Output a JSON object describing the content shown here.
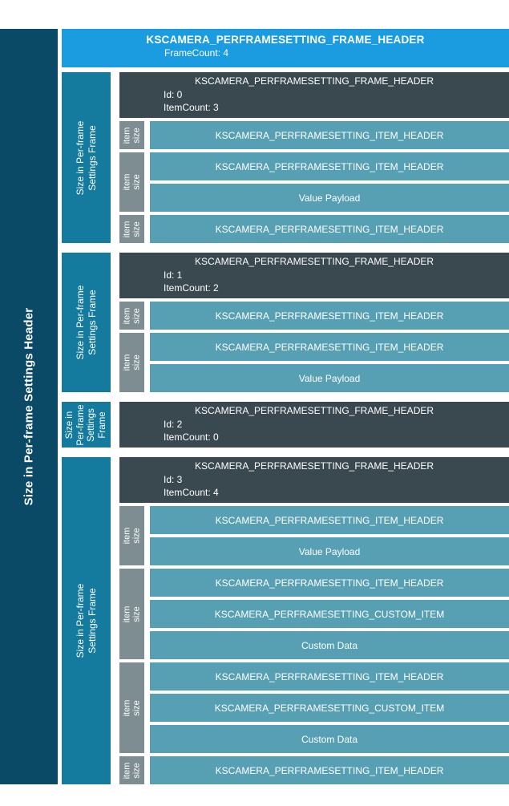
{
  "diagram": {
    "colors": {
      "rail_navy": "#0a4a66",
      "frame_label_blue": "#147a9e",
      "header_blue": "#1b9ce1",
      "frame_header_slate": "#3a4850",
      "item_teal": "#57a0b4",
      "item_size_gray": "#7e8d92",
      "text_white": "#ffffff",
      "background": "#ffffff"
    },
    "left_rail_label": "Size in Per-frame Settings Header",
    "top_header": {
      "title": "KSCAMERA_PERFRAMESETTING_FRAME_HEADER",
      "subtitle": "FrameCount: 4"
    },
    "item_size_label": {
      "line1": "item",
      "line2": "size"
    },
    "sections": [
      {
        "label_lines": [
          "Size in Per-frame",
          "Settings Frame"
        ],
        "header": {
          "title": "KSCAMERA_PERFRAMESETTING_FRAME_HEADER",
          "id": "Id: 0",
          "item_count": "ItemCount: 3"
        },
        "groups": [
          {
            "rows": [
              "KSCAMERA_PERFRAMESETTING_ITEM_HEADER"
            ]
          },
          {
            "rows": [
              "KSCAMERA_PERFRAMESETTING_ITEM_HEADER",
              "Value Payload"
            ]
          },
          {
            "rows": [
              "KSCAMERA_PERFRAMESETTING_ITEM_HEADER"
            ]
          }
        ]
      },
      {
        "label_lines": [
          "Size in Per-frame",
          "Settings Frame"
        ],
        "header": {
          "title": "KSCAMERA_PERFRAMESETTING_FRAME_HEADER",
          "id": "Id: 1",
          "item_count": "ItemCount: 2"
        },
        "groups": [
          {
            "rows": [
              "KSCAMERA_PERFRAMESETTING_ITEM_HEADER"
            ]
          },
          {
            "rows": [
              "KSCAMERA_PERFRAMESETTING_ITEM_HEADER",
              "Value Payload"
            ]
          }
        ]
      },
      {
        "label_lines": [
          "Size in",
          "Per-frame",
          "Settings",
          "Frame"
        ],
        "header": {
          "title": "KSCAMERA_PERFRAMESETTING_FRAME_HEADER",
          "id": "Id: 2",
          "item_count": "ItemCount: 0"
        },
        "groups": []
      },
      {
        "label_lines": [
          "Size in Per-frame",
          "Settings Frame"
        ],
        "header": {
          "title": "KSCAMERA_PERFRAMESETTING_FRAME_HEADER",
          "id": "Id: 3",
          "item_count": "ItemCount: 4"
        },
        "groups": [
          {
            "rows": [
              "KSCAMERA_PERFRAMESETTING_ITEM_HEADER",
              "Value Payload"
            ]
          },
          {
            "rows": [
              "KSCAMERA_PERFRAMESETTING_ITEM_HEADER",
              "KSCAMERA_PERFRAMESETTING_CUSTOM_ITEM",
              "Custom Data"
            ]
          },
          {
            "rows": [
              "KSCAMERA_PERFRAMESETTING_ITEM_HEADER",
              "KSCAMERA_PERFRAMESETTING_CUSTOM_ITEM",
              "Custom Data"
            ]
          },
          {
            "rows": [
              "KSCAMERA_PERFRAMESETTING_ITEM_HEADER"
            ]
          }
        ]
      }
    ]
  }
}
